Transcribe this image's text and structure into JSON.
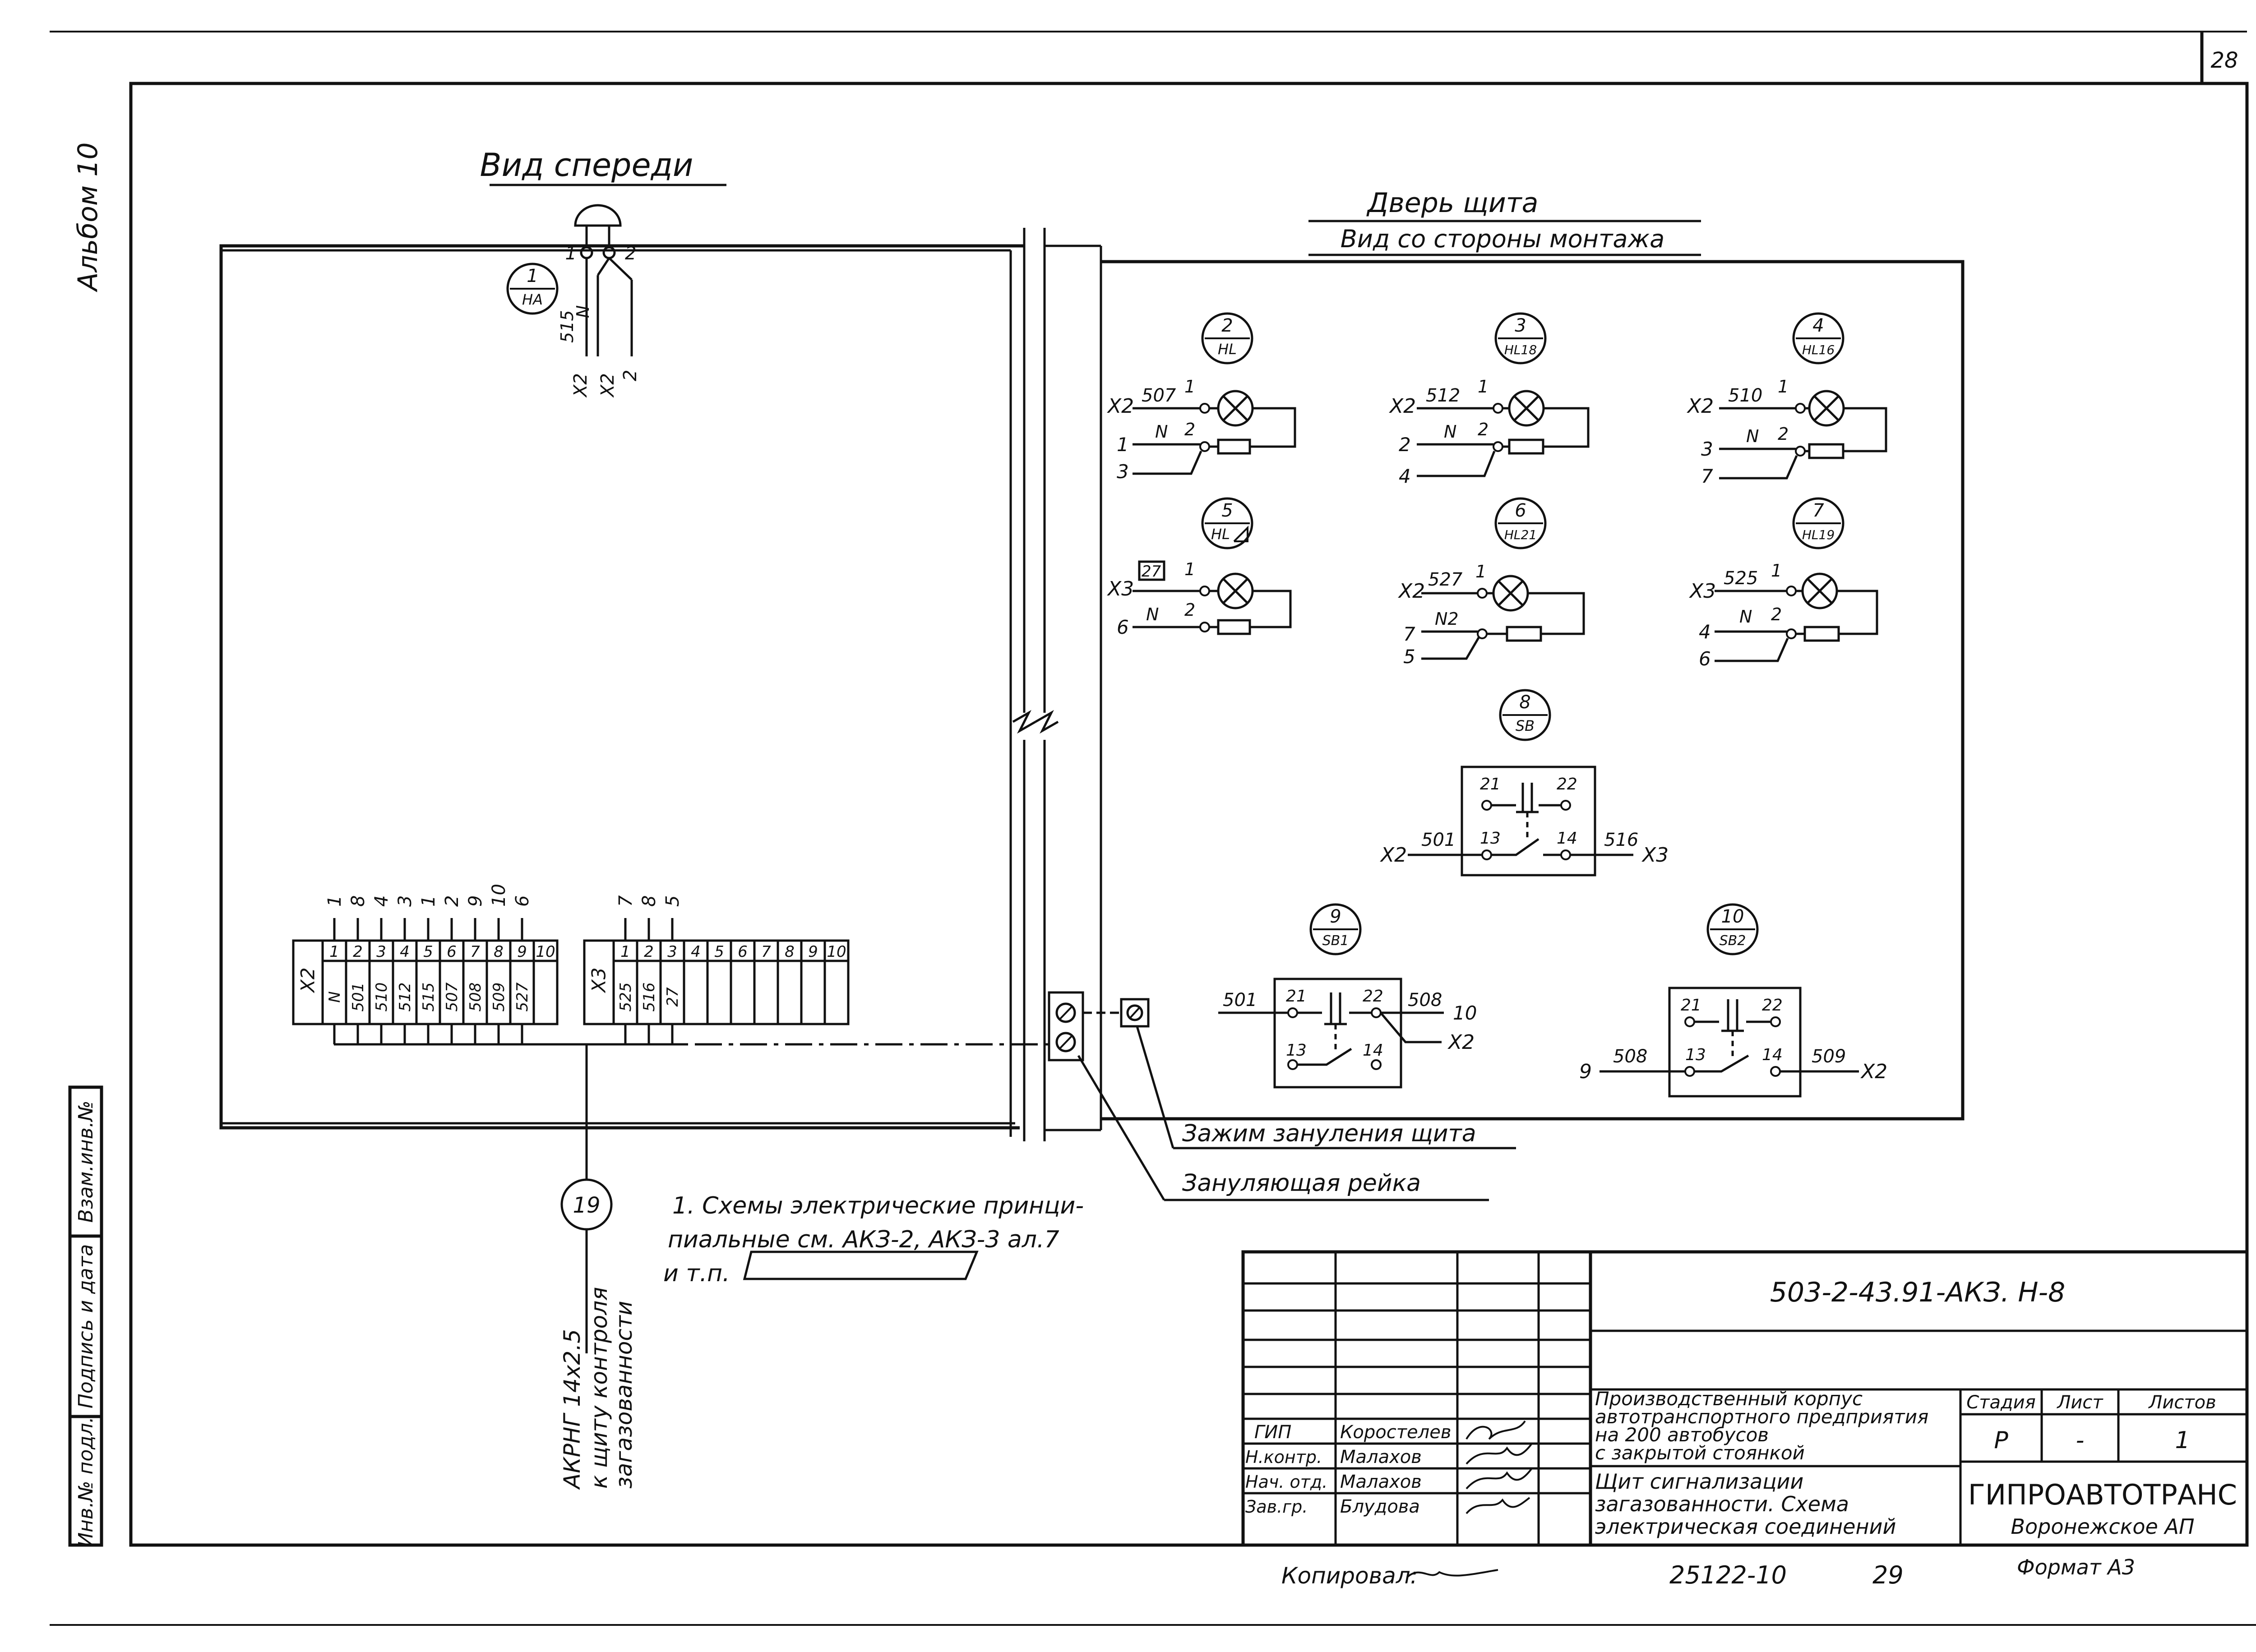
{
  "sheet": {
    "page_number": "28",
    "album": "Альбом 10",
    "front_view_title": "Вид спереди",
    "door_title": "Дверь щита",
    "door_subtitle": "Вид со стороны монтажа"
  },
  "side_stamp": {
    "inv_sub": "Инв.№ подл.",
    "signature_date": "Подпись и дата",
    "replace_inv": "Взам.инв.№"
  },
  "devices": [
    {
      "pos": "1",
      "code": "HA"
    },
    {
      "pos": "2",
      "code": "HL"
    },
    {
      "pos": "3",
      "code": "HL18"
    },
    {
      "pos": "4",
      "code": "HL16"
    },
    {
      "pos": "5",
      "code": "HL"
    },
    {
      "pos": "6",
      "code": "HL21"
    },
    {
      "pos": "7",
      "code": "HL19"
    },
    {
      "pos": "8",
      "code": "SB"
    },
    {
      "pos": "9",
      "code": "SB1"
    },
    {
      "pos": "10",
      "code": "SB2"
    },
    {
      "pos": "19",
      "code": ""
    }
  ],
  "ha_wires": {
    "term1": "1",
    "term2": "2",
    "wire_515": "515",
    "wire_n": "N",
    "x2a": "X2",
    "x2b": "X2",
    "x2c": "2"
  },
  "lamps": [
    {
      "terminal": "X2",
      "wire": "507",
      "n": "N",
      "a": "1",
      "b": "3",
      "t1": "1",
      "t2": "2"
    },
    {
      "terminal": "X2",
      "wire": "512",
      "n": "N",
      "a": "2",
      "b": "4",
      "t1": "1",
      "t2": "2"
    },
    {
      "terminal": "X2",
      "wire": "510",
      "n": "N",
      "a": "3",
      "b": "7",
      "t1": "1",
      "t2": "2"
    },
    {
      "terminal": "X3",
      "wire": "27",
      "n": "N",
      "a": "6",
      "b": "",
      "t1": "1",
      "t2": "2"
    },
    {
      "terminal": "X2",
      "wire": "527",
      "n": "N2",
      "a": "7",
      "b": "5",
      "t1": "1",
      "t2": ""
    },
    {
      "terminal": "X3",
      "wire": "525",
      "n": "N",
      "a": "4",
      "b": "6",
      "t1": "1",
      "t2": "2"
    }
  ],
  "switches": {
    "sb": {
      "left_term": "X2",
      "left_wire": "501",
      "right_wire": "516",
      "right_term": "X3",
      "c21": "21",
      "c22": "22",
      "c13": "13",
      "c14": "14"
    },
    "sb1": {
      "left_wire": "501",
      "right_wire": "508",
      "right_num": "10",
      "right_term": "X2",
      "c21": "21",
      "c22": "22",
      "c13": "13",
      "c14": "14"
    },
    "sb2": {
      "left_num": "9",
      "left_wire": "508",
      "right_wire": "509",
      "right_term": "X2",
      "c21": "21",
      "c22": "22",
      "c13": "13",
      "c14": "14"
    }
  },
  "terminal_block": {
    "x2_label": "X2",
    "x2_numbers": [
      "1",
      "2",
      "3",
      "4",
      "5",
      "6",
      "7",
      "8",
      "9",
      "10"
    ],
    "x2_wires": [
      "N",
      "501",
      "510",
      "512",
      "515",
      "507",
      "508",
      "509",
      "527",
      ""
    ],
    "x2_top": [
      "1",
      "8",
      "4",
      "3",
      "1",
      "2",
      "9",
      "10",
      "6",
      ""
    ],
    "x3_label": "X3",
    "x3_numbers": [
      "1",
      "2",
      "3",
      "4",
      "5",
      "6",
      "7",
      "8",
      "9",
      "10"
    ],
    "x3_wires": [
      "525",
      "516",
      "27",
      "",
      "",
      "",
      "",
      "",
      "",
      ""
    ],
    "x3_top": [
      "7",
      "8",
      "5",
      "",
      "",
      "",
      "",
      "",
      "",
      ""
    ]
  },
  "callouts": {
    "clamp": "Зажим зануления щита",
    "rail": "Зануляющая рейка"
  },
  "cable": {
    "line1": "АКРНГ 14х2.5",
    "line2": "к щиту контроля",
    "line3": "загазованности"
  },
  "note": {
    "line1": "1. Схемы электрические принци-",
    "line2": "пиальные см. АКЗ-2, АКЗ-3 ал.7",
    "line3": "и т.п."
  },
  "title_block": {
    "doc_code": "503-2-43.91-АКЗ. Н-8",
    "object_l1": "Производственный корпус",
    "object_l2": "автотранспортного предприятия",
    "object_l3": "на 200 автобусов",
    "object_l4": "с закрытой стоянкой",
    "sheet_l1": "Щит сигнализации",
    "sheet_l2": "загазованности. Схема",
    "sheet_l3": "электрическая соединений",
    "stage_h": "Стадия",
    "sheet_h": "Лист",
    "sheets_h": "Листов",
    "stage": "Р",
    "sheet": "-",
    "sheets": "1",
    "org1": "ГИПРОАВТОТРАНС",
    "org2": "Воронежское АП",
    "people": [
      {
        "role": "ГИП",
        "name": "Коростелев"
      },
      {
        "role": "Н.контр.",
        "name": "Малахов"
      },
      {
        "role": "Нач. отд.",
        "name": "Малахов"
      },
      {
        "role": "Зав.гр.",
        "name": "Блудова"
      }
    ]
  },
  "footer": {
    "copied": "Копировал:",
    "order": "25122-10",
    "num": "29",
    "format": "Формат А3"
  }
}
